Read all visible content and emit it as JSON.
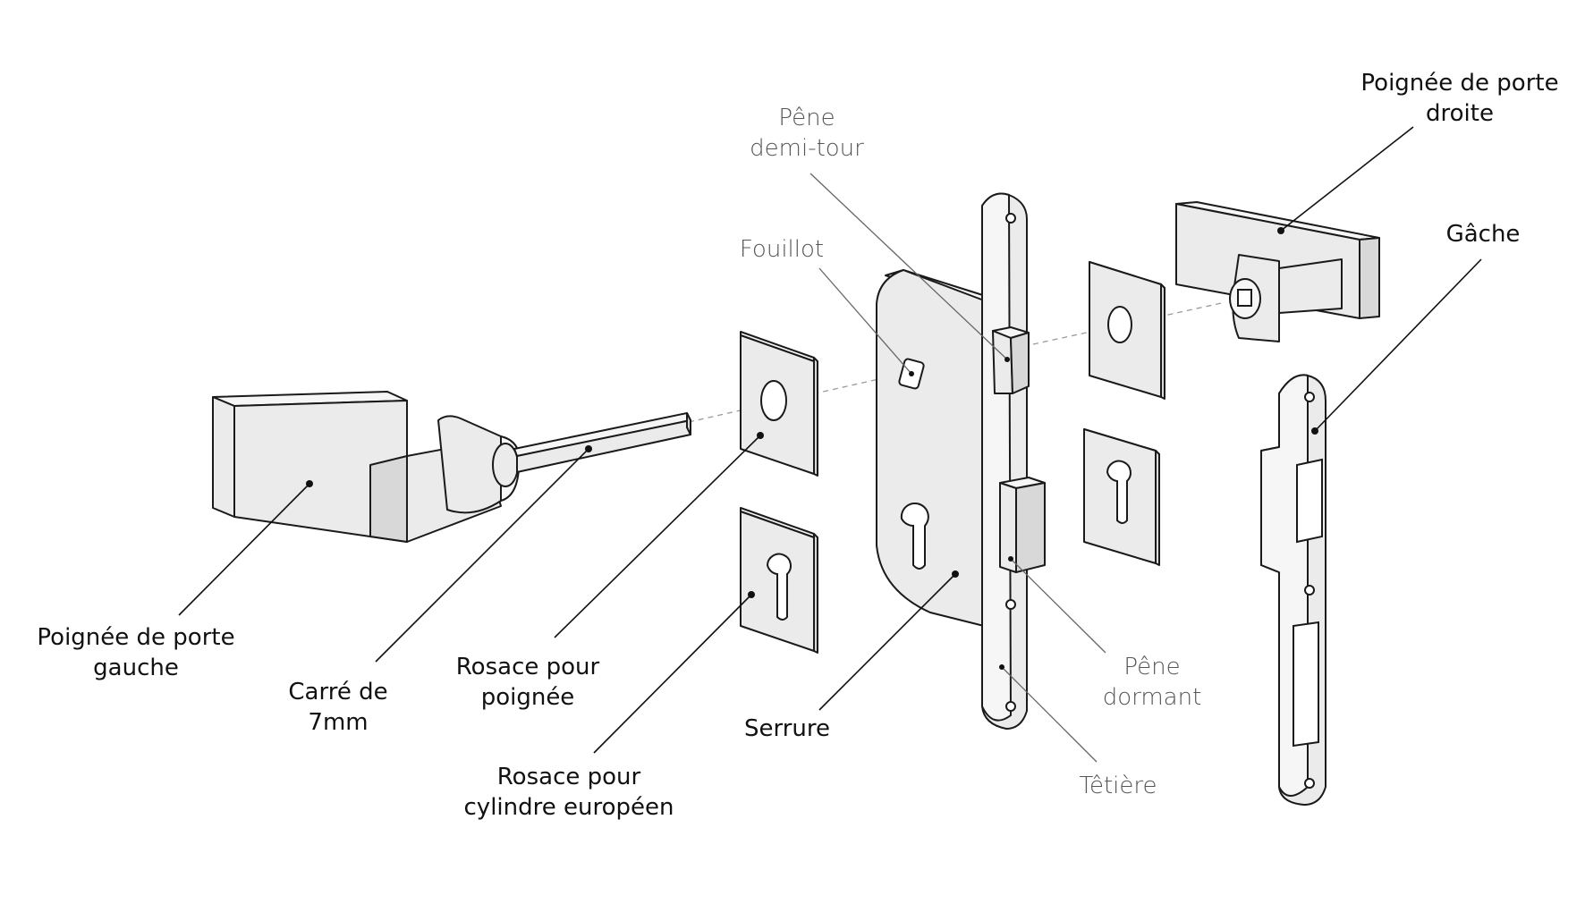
{
  "labels": {
    "poignee_gauche": [
      "Poignée de porte",
      "gauche"
    ],
    "carre": [
      "Carré de",
      "7mm"
    ],
    "rosace_poignee": [
      "Rosace pour",
      "poignée"
    ],
    "rosace_cylindre": [
      "Rosace pour",
      "cylindre européen"
    ],
    "serrure": [
      "Serrure"
    ],
    "fouillot": [
      "Fouillot"
    ],
    "pene_demi_tour": [
      "Pêne",
      "demi-tour"
    ],
    "pene_dormant": [
      "Pêne",
      "dormant"
    ],
    "tetiere": [
      "Têtière"
    ],
    "poignee_droite": [
      "Poignée de porte",
      "droite"
    ],
    "gache": [
      "Gâche"
    ]
  }
}
